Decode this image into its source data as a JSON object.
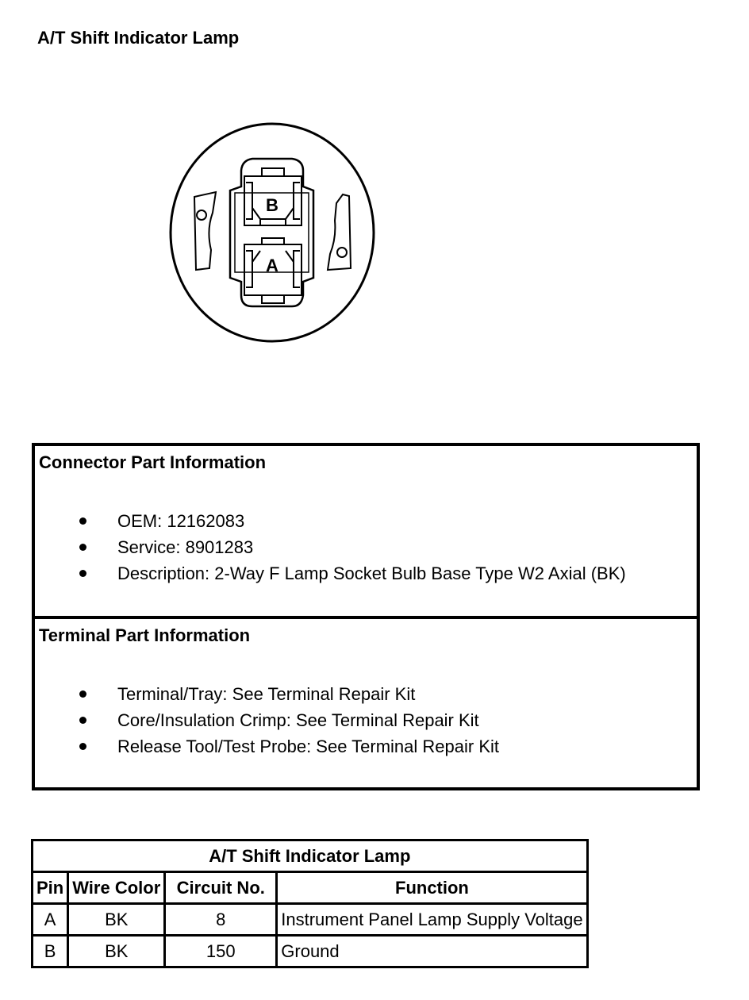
{
  "page": {
    "title": "A/T Shift Indicator Lamp"
  },
  "diagram": {
    "cavity_labels": [
      "B",
      "A"
    ]
  },
  "connector_info": {
    "heading": "Connector Part Information",
    "items": [
      "OEM: 12162083",
      "Service: 8901283",
      "Description: 2-Way F Lamp Socket Bulb Base Type W2 Axial (BK)"
    ]
  },
  "terminal_info": {
    "heading": "Terminal Part Information",
    "items": [
      "Terminal/Tray: See Terminal Repair Kit",
      "Core/Insulation Crimp: See Terminal Repair Kit",
      "Release Tool/Test Probe: See Terminal Repair Kit"
    ]
  },
  "pin_table": {
    "caption": "A/T Shift Indicator Lamp",
    "headers": [
      "Pin",
      "Wire Color",
      "Circuit No.",
      "Function"
    ],
    "rows": [
      [
        "A",
        "BK",
        "8",
        "Instrument Panel Lamp Supply Voltage"
      ],
      [
        "B",
        "BK",
        "150",
        "Ground"
      ]
    ]
  }
}
